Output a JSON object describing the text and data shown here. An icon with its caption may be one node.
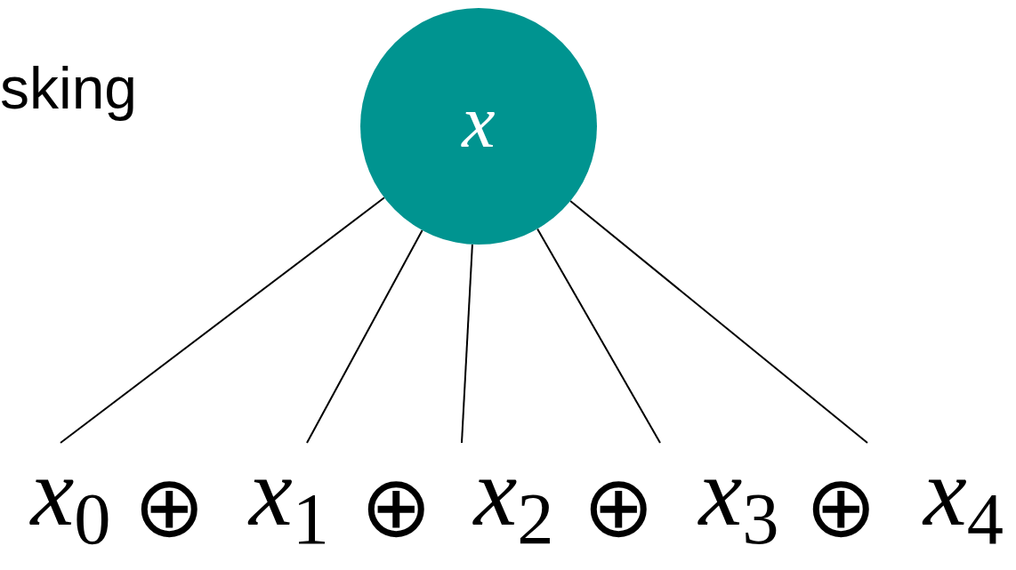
{
  "diagram": {
    "title": "sking",
    "nodes": [
      {
        "text": [
          "x"
        ]
      },
      {
        "text": [
          "*x*$_{0}$"
        ]
      },
      {
        "text": [
          "*x*$_{1}$"
        ]
      },
      {
        "text": [
          "*x*$_{2}$"
        ]
      },
      {
        "text": [
          "*x*$_{3}$"
        ]
      },
      {
        "text": [
          "*x*$_{4}$"
        ]
      }
    ],
    "edges": [
      {
        "from": 0,
        "to": 1,
        "arrow": "none"
      },
      {
        "from": 0,
        "to": 2,
        "arrow": "none"
      },
      {
        "from": 0,
        "to": 3,
        "arrow": "none"
      },
      {
        "from": 0,
        "to": 4,
        "arrow": "none"
      },
      {
        "from": 0,
        "to": 5,
        "arrow": "none"
      }
    ],
    "labels": [
      "⊕",
      "⊕",
      "⊕",
      "⊕"
    ]
  }
}
